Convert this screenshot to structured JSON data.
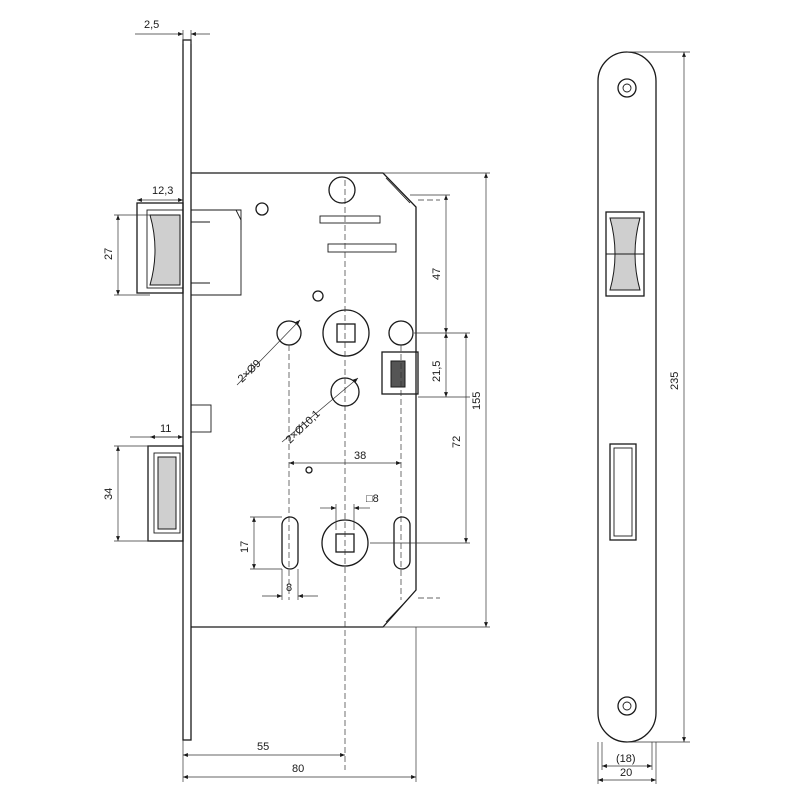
{
  "dimensions": {
    "faceplate_thickness": "2,5",
    "latch_projection": "12,3",
    "latch_height": "27",
    "follower_to_cylinder_top": "47",
    "follower_to_key_hole": "21,5",
    "case_height": "155",
    "follower_to_cylinder": "72",
    "bolt_projection": "11",
    "bolt_height": "34",
    "hole_spacing": "38",
    "spindle_square": "□8",
    "slot_height": "17",
    "slot_width": "8",
    "backset": "55",
    "case_depth": "80",
    "faceplate_length": "235",
    "faceplate_inner_width": "(18)",
    "faceplate_width": "20",
    "mount_holes_small": "2×Ø9",
    "mount_holes_large": "2×Ø10,1"
  }
}
